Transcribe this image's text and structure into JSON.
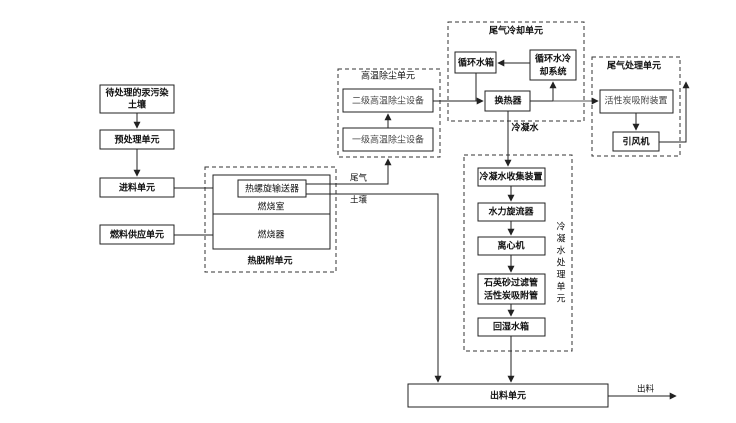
{
  "boxes": {
    "pending_soil_1": "待处理的汞污染",
    "pending_soil_2": "土壤",
    "pretreat": "预处理单元",
    "feed": "进料单元",
    "fuel": "燃料供应单元",
    "screw": "热螺旋输送器",
    "chamber": "燃烧室",
    "burner": "燃烧器",
    "dust2": "二级高温除尘设备",
    "dust1": "一级高温除尘设备",
    "tank": "循环水箱",
    "cool_sys_1": "循环水冷",
    "cool_sys_2": "却系统",
    "hx": "换热器",
    "activated_carbon": "活性炭吸附装置",
    "fan": "引风机",
    "cond_collect": "冷凝水收集装置",
    "hydrocyclone": "水力旋流器",
    "centrifuge": "离心机",
    "quartz_1": "石英砂过滤管",
    "quartz_2": "活性炭吸附管",
    "rewet": "回湿水箱",
    "output": "出料单元"
  },
  "units": {
    "desorption": "热脱附单元",
    "dust_removal": "高温除尘单元",
    "gas_cooling": "尾气冷却单元",
    "gas_treatment": "尾气处理单元",
    "condensate_treatment": [
      "冷",
      "凝",
      "水",
      "处",
      "理",
      "单",
      "元"
    ]
  },
  "labels": {
    "tail_gas": "尾气",
    "soil": "土壤",
    "condensate": "冷凝水",
    "discharge": "出料"
  },
  "colors": {
    "line": "#222222",
    "dashed_border": "#333333",
    "box_fill": "#ffffff"
  }
}
